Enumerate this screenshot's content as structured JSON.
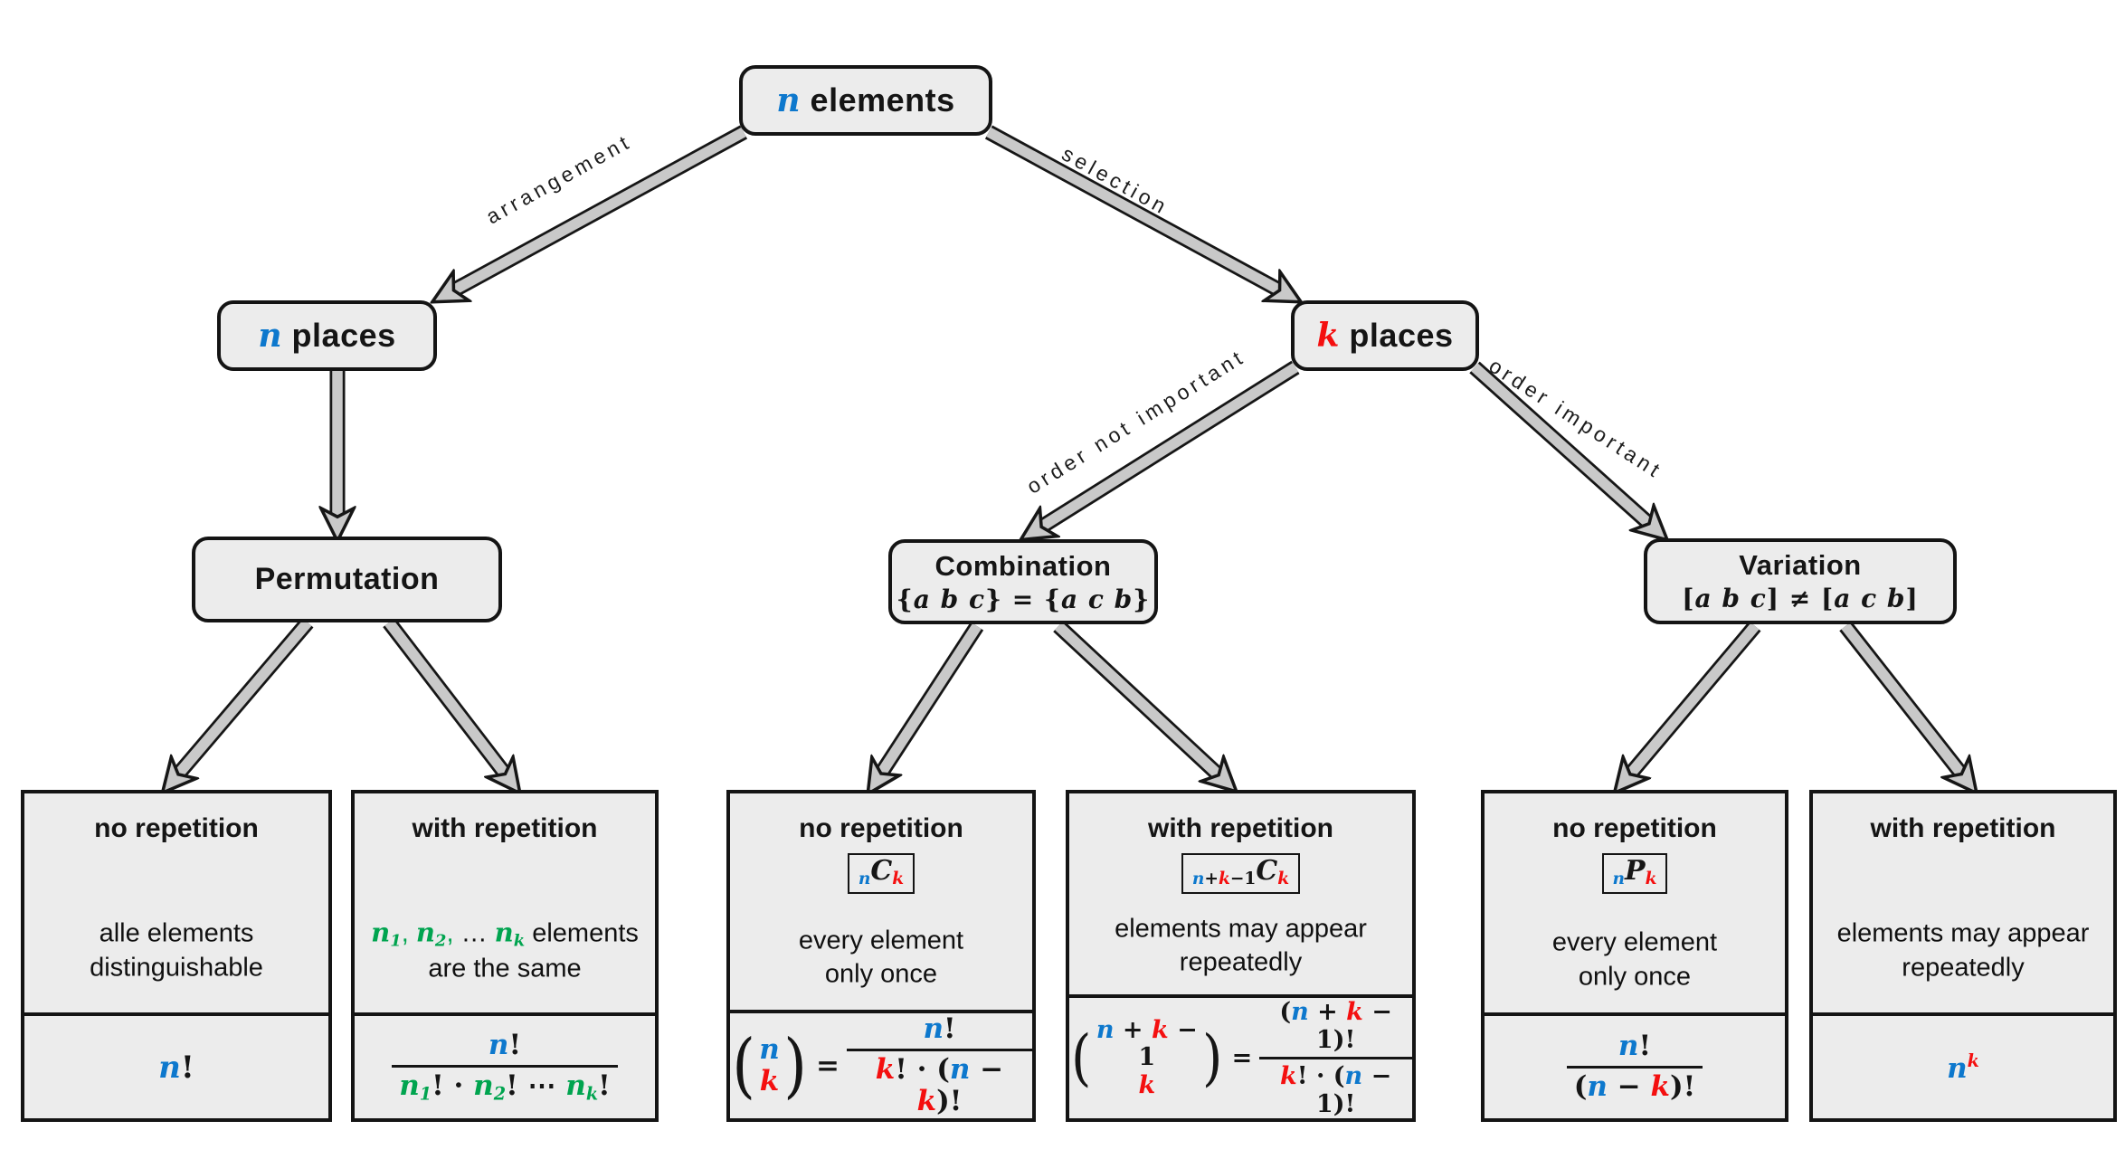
{
  "colors": {
    "blue": "#0d78cd",
    "red": "#f40f0f",
    "green": "#00a44f",
    "boxFill": "#ececec",
    "arrowFill": "#c9c9c9"
  },
  "nodes": {
    "root": {
      "label": [
        {
          "t": "n",
          "c": "m b"
        },
        {
          "t": " elements"
        }
      ]
    },
    "nPlaces": {
      "label": [
        {
          "t": "n",
          "c": "m b"
        },
        {
          "t": " places"
        }
      ]
    },
    "kPlaces": {
      "label": [
        {
          "t": "k",
          "c": "m r"
        },
        {
          "t": " places"
        }
      ]
    },
    "permutation": {
      "title": "Permutation"
    },
    "combination": {
      "title": "Combination",
      "subtitle": [
        {
          "t": "{"
        },
        {
          "t": "a b c",
          "c": "m"
        },
        {
          "t": "} = {"
        },
        {
          "t": "a c b",
          "c": "m"
        },
        {
          "t": "}"
        }
      ]
    },
    "variation": {
      "title": "Variation",
      "subtitle": [
        {
          "t": "["
        },
        {
          "t": "a b c",
          "c": "m"
        },
        {
          "t": "] ≠ ["
        },
        {
          "t": "a c b",
          "c": "m"
        },
        {
          "t": "]"
        }
      ]
    }
  },
  "edges": {
    "arrangement": "arrangement",
    "selection": "selection",
    "orderNot": "order not important",
    "orderImp": "order important"
  },
  "leaves": {
    "permNo": {
      "title": "no repetition",
      "desc1": [
        {
          "t": "alle elements"
        }
      ],
      "desc2": [
        {
          "t": "distinguishable"
        }
      ],
      "formula": [
        {
          "t": "n",
          "c": "m b"
        },
        {
          "t": "!"
        }
      ]
    },
    "permWith": {
      "title": "with repetition",
      "desc1": [
        {
          "t": "n",
          "c": "m g"
        },
        {
          "t": "1",
          "c": "m g sub"
        },
        {
          "t": ", ",
          "c": "g"
        },
        {
          "t": "n",
          "c": "m g"
        },
        {
          "t": "2",
          "c": "m g sub"
        },
        {
          "t": ", ",
          "c": "g"
        },
        {
          "t": "… "
        },
        {
          "t": "n",
          "c": "m g"
        },
        {
          "t": "k",
          "c": "m g sub"
        },
        {
          "t": " elements"
        }
      ],
      "desc2": [
        {
          "t": "are the same"
        }
      ],
      "num": [
        {
          "t": "n",
          "c": "m b"
        },
        {
          "t": "!"
        }
      ],
      "den": [
        {
          "t": "n",
          "c": "m g"
        },
        {
          "t": "1",
          "c": "m g sub"
        },
        {
          "t": "! · "
        },
        {
          "t": "n",
          "c": "m g"
        },
        {
          "t": "2",
          "c": "m g sub"
        },
        {
          "t": "! ⋯ "
        },
        {
          "t": "n",
          "c": "m g"
        },
        {
          "t": "k",
          "c": "m g sub"
        },
        {
          "t": "!"
        }
      ]
    },
    "combNo": {
      "title": "no repetition",
      "badge": [
        {
          "t": "n",
          "c": "m b sub"
        },
        {
          "t": "C",
          "c": "m"
        },
        {
          "t": "k",
          "c": "m r sub"
        }
      ],
      "desc1": [
        {
          "t": "every element"
        }
      ],
      "desc2": [
        {
          "t": "only once"
        }
      ],
      "binomTop": [
        {
          "t": "n",
          "c": "m b"
        }
      ],
      "binomBot": [
        {
          "t": "k",
          "c": "m r"
        }
      ],
      "num": [
        {
          "t": "n",
          "c": "m b"
        },
        {
          "t": "!"
        }
      ],
      "den": [
        {
          "t": "k",
          "c": "m r"
        },
        {
          "t": "! · ("
        },
        {
          "t": "n",
          "c": "m b"
        },
        {
          "t": " − "
        },
        {
          "t": "k",
          "c": "m r"
        },
        {
          "t": ")!"
        }
      ]
    },
    "combWith": {
      "title": "with repetition",
      "badge": [
        {
          "t": "n",
          "c": "m b sub"
        },
        {
          "t": "+",
          "c": "sub"
        },
        {
          "t": "k",
          "c": "m r sub"
        },
        {
          "t": "−1",
          "c": "sub"
        },
        {
          "t": "C",
          "c": "m"
        },
        {
          "t": "k",
          "c": "m r sub"
        }
      ],
      "desc1": [
        {
          "t": "elements may appear"
        }
      ],
      "desc2": [
        {
          "t": "repeatedly"
        }
      ],
      "binomTop": [
        {
          "t": "n",
          "c": "m b"
        },
        {
          "t": " + "
        },
        {
          "t": "k",
          "c": "m r"
        },
        {
          "t": " − 1"
        }
      ],
      "binomBot": [
        {
          "t": "k",
          "c": "m r"
        }
      ],
      "num": [
        {
          "t": "("
        },
        {
          "t": "n",
          "c": "m b"
        },
        {
          "t": " + "
        },
        {
          "t": "k",
          "c": "m r"
        },
        {
          "t": " − 1"
        },
        {
          "t": ")!"
        }
      ],
      "den": [
        {
          "t": "k",
          "c": "m r"
        },
        {
          "t": "! · ("
        },
        {
          "t": "n",
          "c": "m b"
        },
        {
          "t": " − 1"
        },
        {
          "t": ")!"
        }
      ]
    },
    "varNo": {
      "title": "no repetition",
      "badge": [
        {
          "t": "n",
          "c": "m b sub"
        },
        {
          "t": "P",
          "c": "m"
        },
        {
          "t": "k",
          "c": "m r sub"
        }
      ],
      "desc1": [
        {
          "t": "every element"
        }
      ],
      "desc2": [
        {
          "t": "only once"
        }
      ],
      "num": [
        {
          "t": "n",
          "c": "m b"
        },
        {
          "t": "!"
        }
      ],
      "den": [
        {
          "t": "("
        },
        {
          "t": "n",
          "c": "m b"
        },
        {
          "t": " − "
        },
        {
          "t": "k",
          "c": "m r"
        },
        {
          "t": ")!"
        }
      ]
    },
    "varWith": {
      "title": "with repetition",
      "desc1": [
        {
          "t": "elements may appear"
        }
      ],
      "desc2": [
        {
          "t": "repeatedly"
        }
      ],
      "formula": [
        {
          "t": "n",
          "c": "m b"
        },
        {
          "t": "k",
          "c": "m r sup"
        }
      ]
    }
  }
}
